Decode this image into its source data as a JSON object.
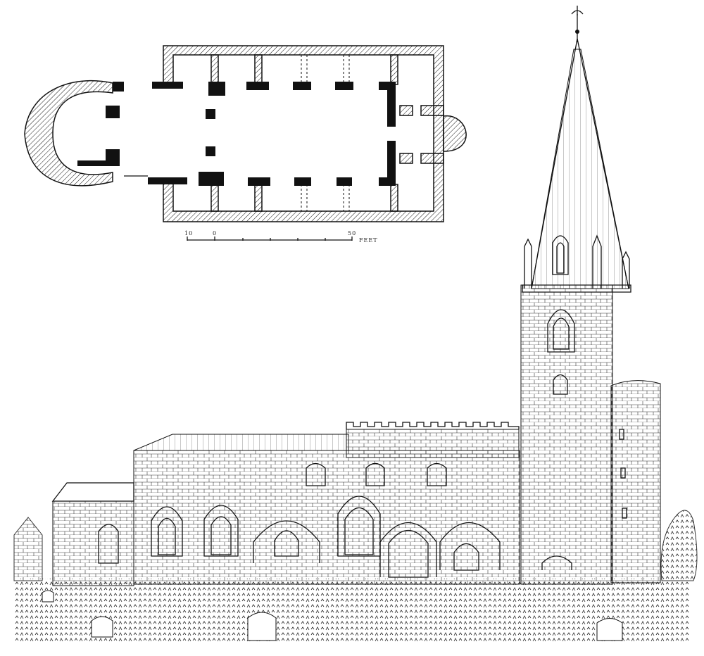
{
  "scale_bar": {
    "left_label": "10",
    "zero_label": "0",
    "right_label": "50",
    "unit_label": "FEET"
  }
}
